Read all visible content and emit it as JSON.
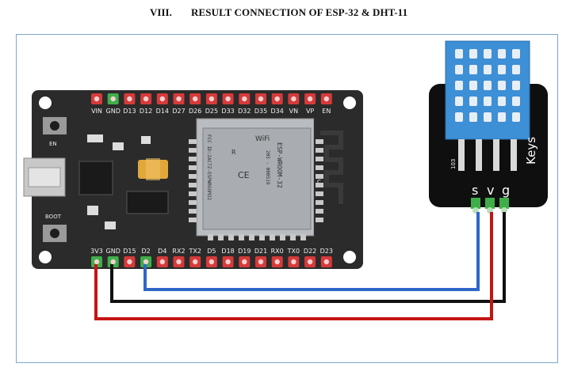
{
  "heading": {
    "section_number": "VIII.",
    "title": "RESULT CONNECTION OF ESP-32 & DHT-11"
  },
  "esp32": {
    "top_pins": [
      "VIN",
      "GND",
      "D13",
      "D12",
      "D14",
      "D27",
      "D26",
      "D25",
      "D33",
      "D32",
      "D35",
      "D34",
      "VN",
      "VP",
      "EN"
    ],
    "bottom_pins": [
      "3V3",
      "GND",
      "D15",
      "D2",
      "D4",
      "RX2",
      "TX2",
      "D5",
      "D18",
      "D19",
      "D21",
      "RX0",
      "TX0",
      "D22",
      "D23"
    ],
    "button_en": "EN",
    "button_boot": "BOOT",
    "module_brand": "WiFi",
    "module_name": "ESP-WROOM-32",
    "module_fcc": "FCC ID:2AC7Z-ESPWROOM32",
    "module_r": "R",
    "module_code": "205 - 000519",
    "module_ce": "CE",
    "antenna_label": "C"
  },
  "dht11": {
    "brand": "Keys",
    "pin_labels": [
      "s",
      "v",
      "g"
    ],
    "side_label": "103"
  },
  "colors": {
    "board": "#2b2b2b",
    "pin_red": "#d63a3a",
    "pin_green": "#3fae49",
    "wire_blue": "#2f67c9",
    "wire_black": "#111111",
    "wire_red": "#c41414",
    "sensor_blue": "#3d8fd6",
    "module_silver": "#b9bcc0"
  }
}
